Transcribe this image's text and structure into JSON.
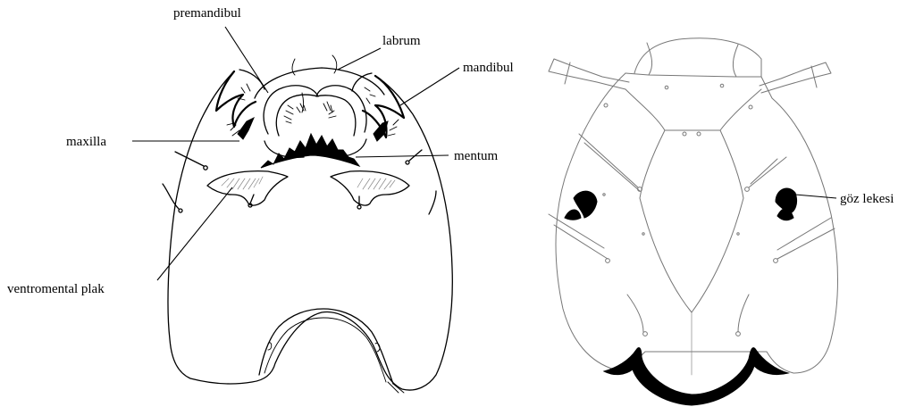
{
  "labels": {
    "premandibul": "premandibul",
    "labrum": "labrum",
    "mandibul": "mandibul",
    "maxilla": "maxilla",
    "mentum": "mentum",
    "ventromental": "ventromental plak",
    "goz": "göz lekesi"
  }
}
